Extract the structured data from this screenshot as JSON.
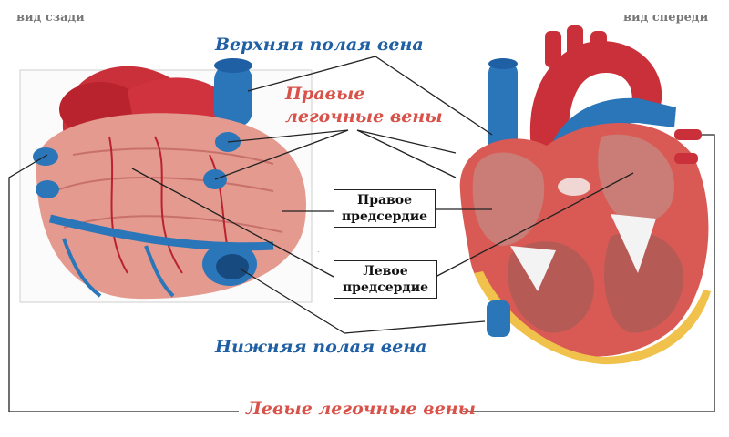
{
  "views": {
    "back": "вид сзади",
    "front": "вид спереди"
  },
  "labels": {
    "superior_vena_cava": "Верхняя полая вена",
    "right_pulmonary_veins_line1": "Правые",
    "right_pulmonary_veins_line2": "легочные вены",
    "right_atrium_line1": "Правое",
    "right_atrium_line2": "предсердие",
    "left_atrium_line1": "Левое",
    "left_atrium_line2": "предсердие",
    "inferior_vena_cava": "Нижняя полая вена",
    "left_pulmonary_veins": "Левые легочные вены"
  },
  "colors": {
    "vein_blue": "#1f5fa3",
    "label_red": "#d8524a",
    "heart_red": "#c9303a",
    "muscle_pink": "#e49a8f"
  }
}
